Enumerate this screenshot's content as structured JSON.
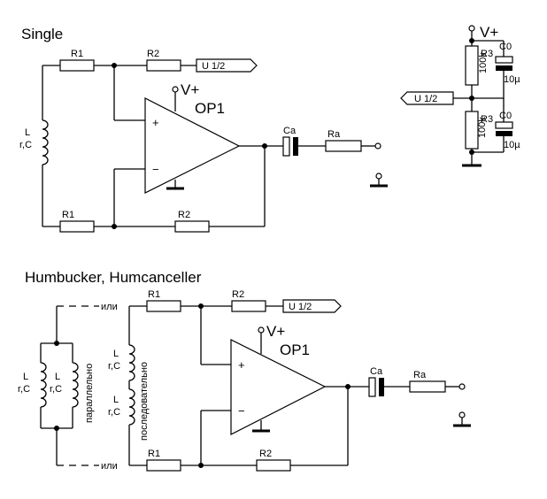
{
  "diagram": {
    "single": {
      "title": "Single",
      "r1_top": "R1",
      "r2_top": "R2",
      "r1_bottom": "R1",
      "r2_bottom": "R2",
      "coil_l": "L",
      "coil_rc": "r,C",
      "vplus": "V+",
      "opamp": "OP1",
      "plus_sign": "+",
      "minus_sign": "−",
      "ref": "U 1/2",
      "cap": "Ca",
      "res_out": "Ra"
    },
    "bias": {
      "vplus": "V+",
      "r3_top": "R3",
      "r3_top_value": "100k",
      "c0_top": "C0",
      "c0_top_value": "10µ",
      "ref": "U 1/2",
      "r3_bottom": "R3",
      "r3_bottom_value": "100k",
      "c0_bottom": "C0",
      "c0_bottom_value": "10µ"
    },
    "humbucker": {
      "title": "Humbucker, Humcanceller",
      "or_top": "или",
      "or_bottom": "или",
      "parallel": "параллельно",
      "serial": "последовательно",
      "coil_l": "L",
      "coil_rc": "r,C",
      "r1_top": "R1",
      "r2_top": "R2",
      "r1_bottom": "R1",
      "r2_bottom": "R2",
      "vplus": "V+",
      "opamp": "OP1",
      "plus_sign": "+",
      "minus_sign": "−",
      "ref": "U 1/2",
      "cap": "Ca",
      "res_out": "Ra"
    }
  }
}
